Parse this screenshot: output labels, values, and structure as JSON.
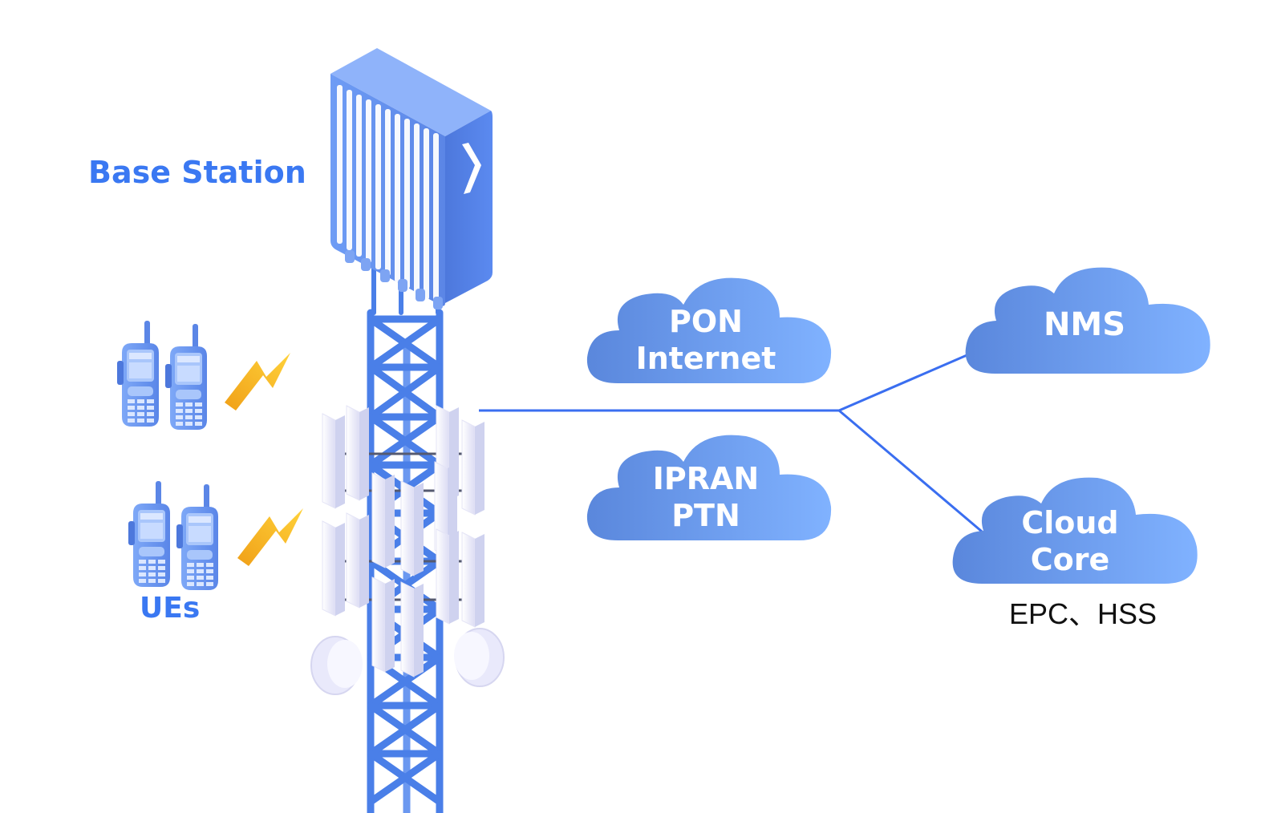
{
  "labels": {
    "base_station": "Base Station",
    "ues": "UEs",
    "core_sub": "EPC、HSS"
  },
  "clouds": {
    "pon": {
      "line1": "PON",
      "line2": "Internet"
    },
    "ipran": {
      "line1": "IPRAN",
      "line2": "PTN"
    },
    "nms": {
      "line1": "NMS"
    },
    "core": {
      "line1": "Cloud",
      "line2": "Core"
    }
  },
  "icons": {
    "radio_unit": "base-station-radio-icon",
    "tower": "lattice-tower-icon",
    "antenna": "sector-antenna-icon",
    "dish": "microwave-dish-icon",
    "walkie": "walkie-talkie-icon",
    "signal": "lightning-signal-icon"
  },
  "colors": {
    "primary_blue": "#3a78f2",
    "cloud_dark": "#5a87dc",
    "cloud_light": "#7fb0ff",
    "bolt": "#f7a81b",
    "link_line": "#3a6ef0"
  }
}
